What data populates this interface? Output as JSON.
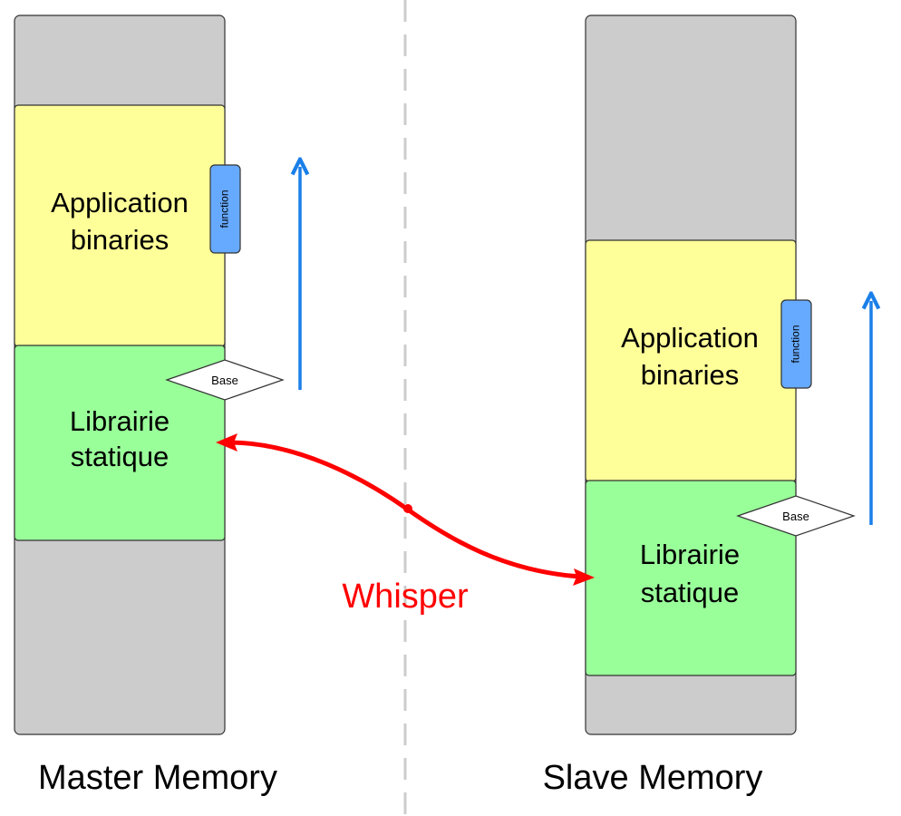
{
  "colors": {
    "column": "#cccccc",
    "app_block": "#ffff99",
    "lib_block": "#99ff99",
    "function_tag": "#66aaff",
    "arrow_blue": "#1a7fe8",
    "whisper_red": "#ff0000",
    "divider": "#cccccc"
  },
  "master": {
    "title": "Master Memory",
    "app_line1": "Application",
    "app_line2": "binaries",
    "function_label": "function",
    "lib_line1": "Librairie",
    "lib_line2": "statique",
    "base_label": "Base"
  },
  "slave": {
    "title": "Slave Memory",
    "app_line1": "Application",
    "app_line2": "binaries",
    "function_label": "function",
    "lib_line1": "Librairie",
    "lib_line2": "statique",
    "base_label": "Base"
  },
  "connector": {
    "label": "Whisper"
  }
}
